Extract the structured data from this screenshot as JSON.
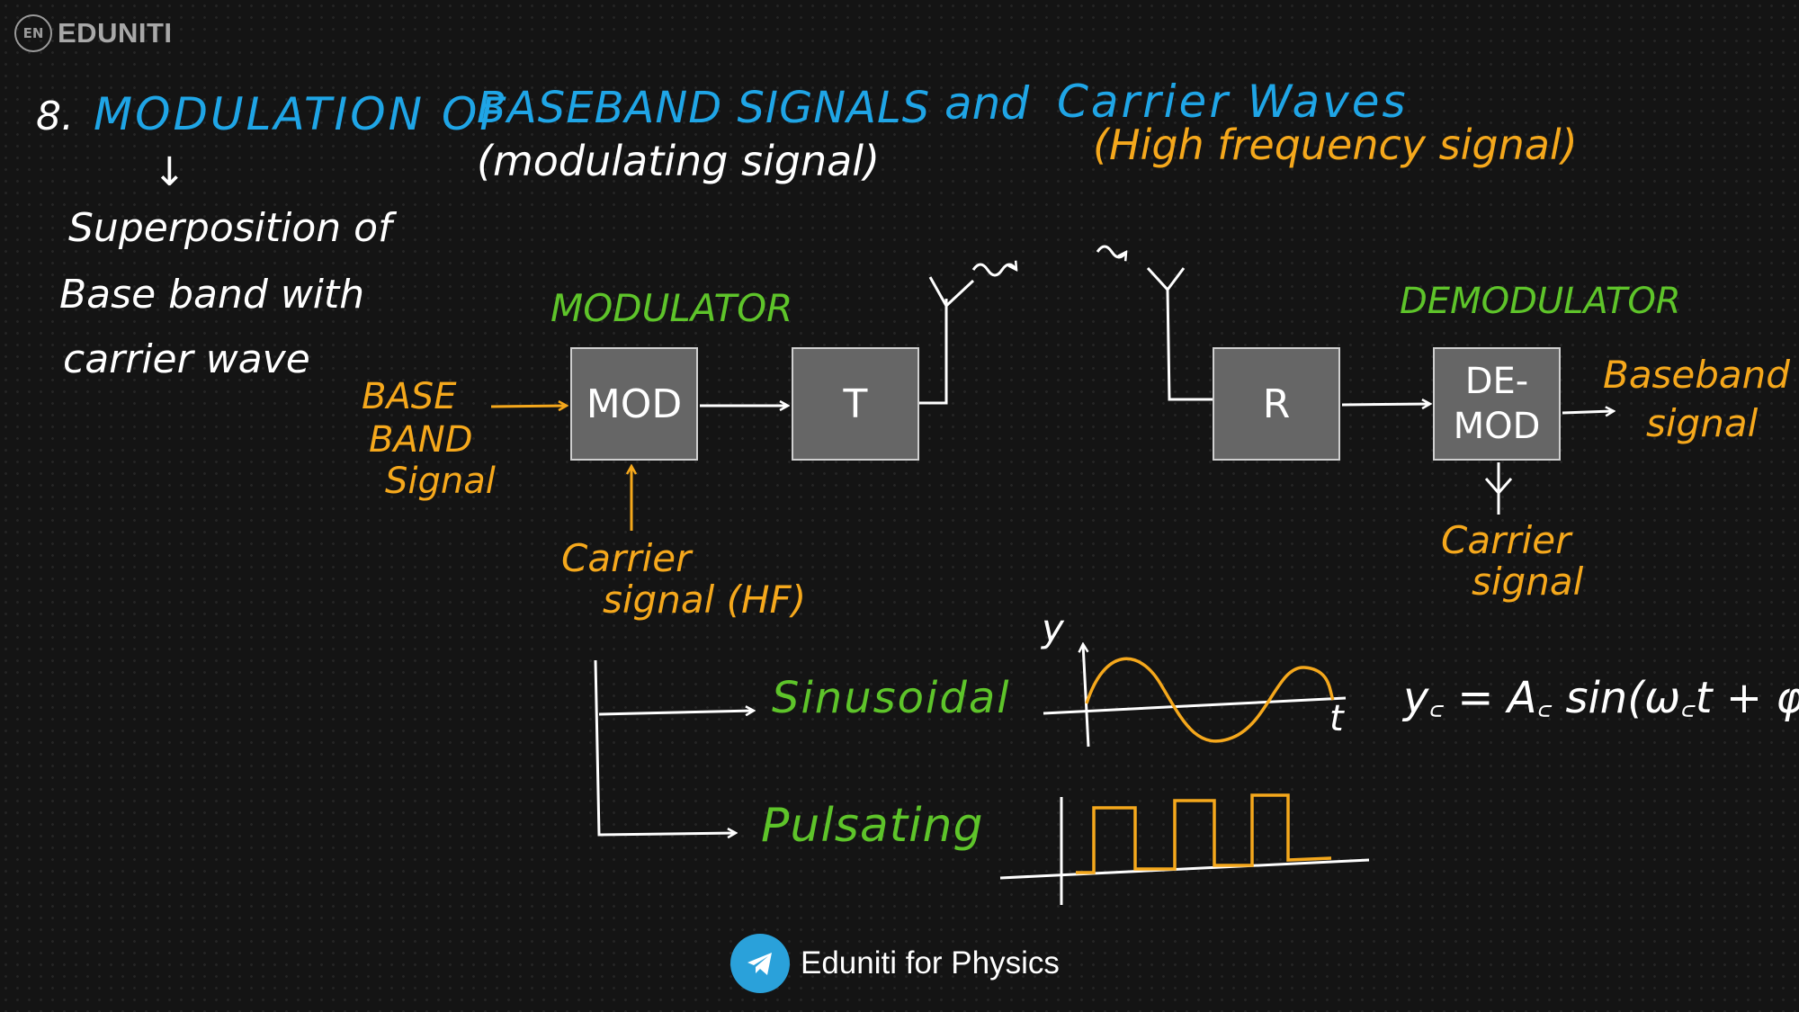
{
  "brand": {
    "logo_mark": "EN",
    "logo_text": "EDUNITI"
  },
  "title": {
    "number": "8.",
    "part1": "MODULATION OF",
    "part2": "BASEBAND SIGNALS",
    "part3": "and",
    "part4": "Carrier Waves",
    "note_modulating": "(modulating signal)",
    "note_high_freq": "(High frequency signal)"
  },
  "definition": {
    "arrow": "↓",
    "line1": "Superposition of",
    "line2": "Base band with",
    "line3": "carrier wave"
  },
  "diagram": {
    "modulator_label": "MODULATOR",
    "demodulator_label": "DEMODULATOR",
    "mod_block": "MOD",
    "t_block": "T",
    "r_block": "R",
    "demod_block_line1": "DE-",
    "demod_block_line2": "MOD",
    "input_line1": "BASE",
    "input_line2": "BAND",
    "input_line3": "Signal",
    "carrier_in_line1": "Carrier",
    "carrier_in_line2": "signal (HF)",
    "output_line1": "Baseband",
    "output_line2": "signal",
    "carrier_out_line1": "Carrier",
    "carrier_out_line2": "signal"
  },
  "carrier_types": {
    "sinusoidal": "Sinusoidal",
    "pulsating": "Pulsating",
    "axis_y": "y",
    "axis_t": "t",
    "equation": "y꜀ = A꜀ sin(ω꜀t + φ꜀)"
  },
  "footer": {
    "channel": "Eduniti for Physics",
    "icon": "telegram-icon"
  },
  "colors": {
    "blue": "#1fa5e6",
    "orange": "#f5a81c",
    "green": "#5ec42a",
    "white": "#ffffff",
    "block": "#666666"
  }
}
